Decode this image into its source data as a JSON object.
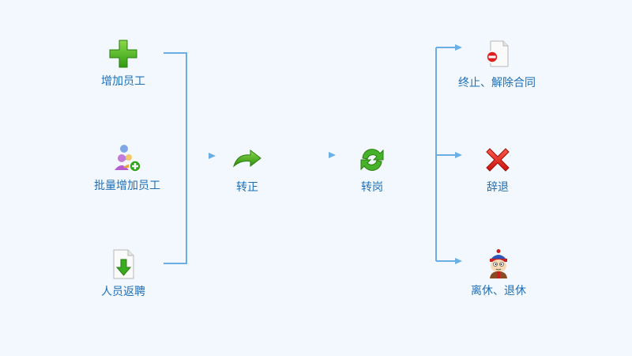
{
  "flow": {
    "add_employee": {
      "label": "增加员工",
      "icon": "green-plus-icon"
    },
    "batch_add_employee": {
      "label": "批量增加员工",
      "icon": "users-add-icon"
    },
    "rehire": {
      "label": "人员返聘",
      "icon": "download-document-icon"
    },
    "regularize": {
      "label": "转正",
      "icon": "green-arrow-icon"
    },
    "transfer": {
      "label": "转岗",
      "icon": "refresh-icon"
    },
    "terminate_contract": {
      "label": "终止、解除合同",
      "icon": "document-remove-icon"
    },
    "resign": {
      "label": "辞退",
      "icon": "red-x-icon"
    },
    "retire": {
      "label": "离休、退休",
      "icon": "character-icon"
    }
  },
  "colors": {
    "background": "#f2f8fd",
    "label": "#1f6fb6",
    "connector": "#6aaee3"
  }
}
